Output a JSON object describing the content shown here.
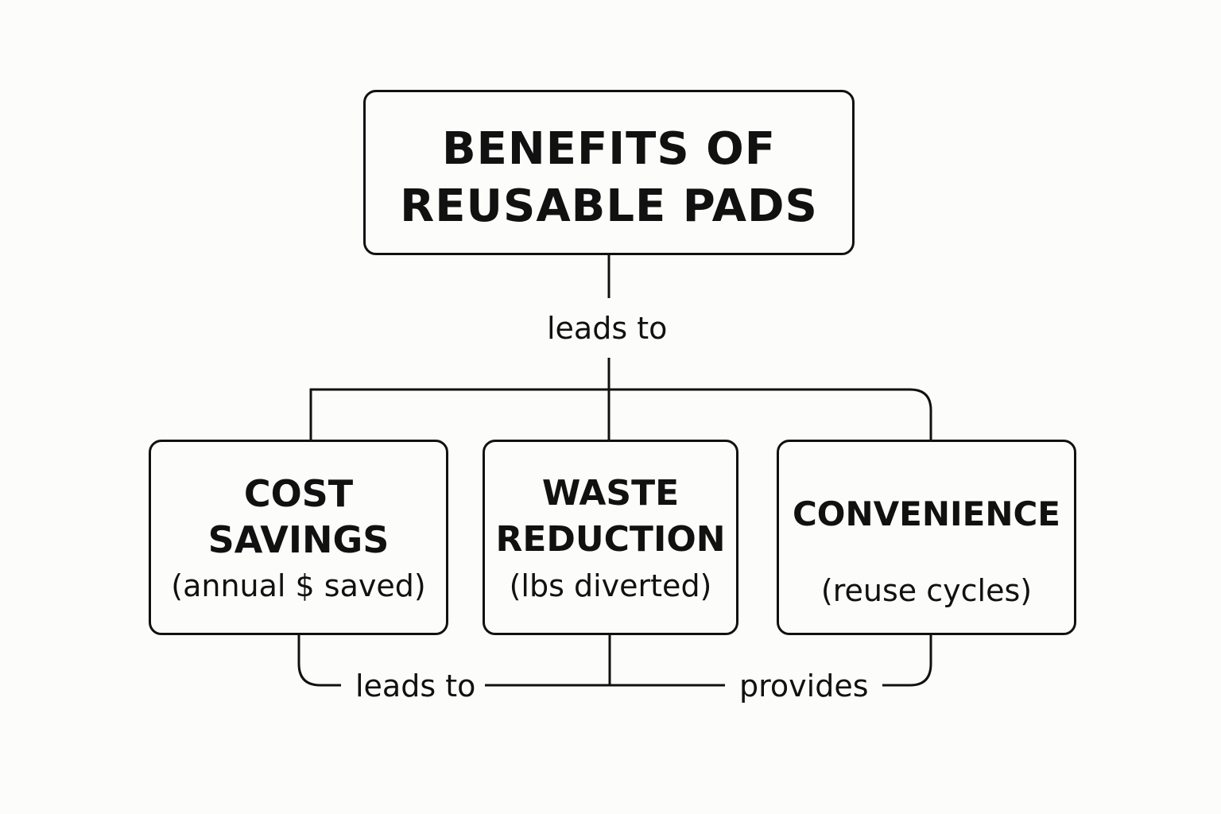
{
  "title": {
    "line1": "BENEFITS OF",
    "line2": "REUSABLE PADS"
  },
  "edges": {
    "top_label": "leads to",
    "bottom_left_label": "leads to",
    "bottom_right_label": "provides"
  },
  "nodes": {
    "cost": {
      "line1": "COST",
      "line2": "SAVINGS",
      "metric": "(annual $ saved)"
    },
    "waste": {
      "line1": "WASTE",
      "line2": "REDUCTION",
      "metric": "(lbs diverted)"
    },
    "convenience": {
      "line1": "CONVENIENCE",
      "metric": "(reuse cycles)"
    }
  },
  "colors": {
    "background": "#fcfcfa",
    "stroke": "#111111"
  }
}
